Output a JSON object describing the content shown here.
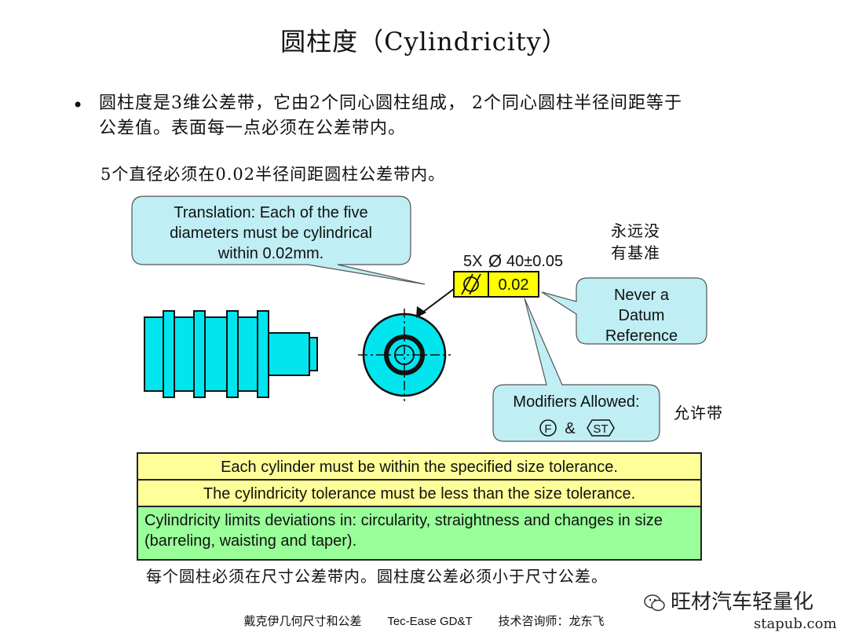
{
  "title": "圆柱度（Cylindricity）",
  "bullet": {
    "line1": "圆柱度是3维公差带，它由2个同心圆柱组成， 2个同心圆柱半径间距等于",
    "line2": "公差值。表面每一点必须在公差带内。"
  },
  "subline": "5个直径必须在0.02半径间距圆柱公差带内。",
  "callouts": {
    "translation": [
      "Translation:  Each of the five",
      "diameters must be cylindrical",
      "within 0.02mm."
    ],
    "datum": [
      "Never a",
      "Datum",
      "Reference"
    ],
    "modifiers_title": "Modifiers Allowed:",
    "modifier_f": "F",
    "modifier_amp": "&",
    "modifier_st": "ST"
  },
  "cn_labels": {
    "never_datum": [
      "永远没",
      "有基准"
    ],
    "allowed": "允许带"
  },
  "fcf": {
    "prefix": "5X",
    "diameter_symbol": "Ø",
    "size": "40±0.05",
    "tolerance": "0.02"
  },
  "table": {
    "rows": [
      "Each cylinder must be within the specified size tolerance.",
      "The cylindricity tolerance must be less than the size tolerance."
    ],
    "green_row": "Cylindricity limits deviations in: circularity, straightness and changes in size (barreling, waisting and taper)."
  },
  "bottom_cn": "每个圆柱必须在尺寸公差带内。圆柱度公差必须小于尺寸公差。",
  "footer": {
    "left": "戴克伊几何尺寸和公差",
    "mid": "Tec-Ease GD&T",
    "right": "技术咨询师：龙东飞"
  },
  "watermark": "旺材汽车轻量化",
  "site": "stapub.com",
  "colors": {
    "part": "#00e5ee",
    "callout": "#bfeef4",
    "fcf": "#ffff00",
    "yellow_row": "#ffff99",
    "green_row": "#99ff99"
  }
}
